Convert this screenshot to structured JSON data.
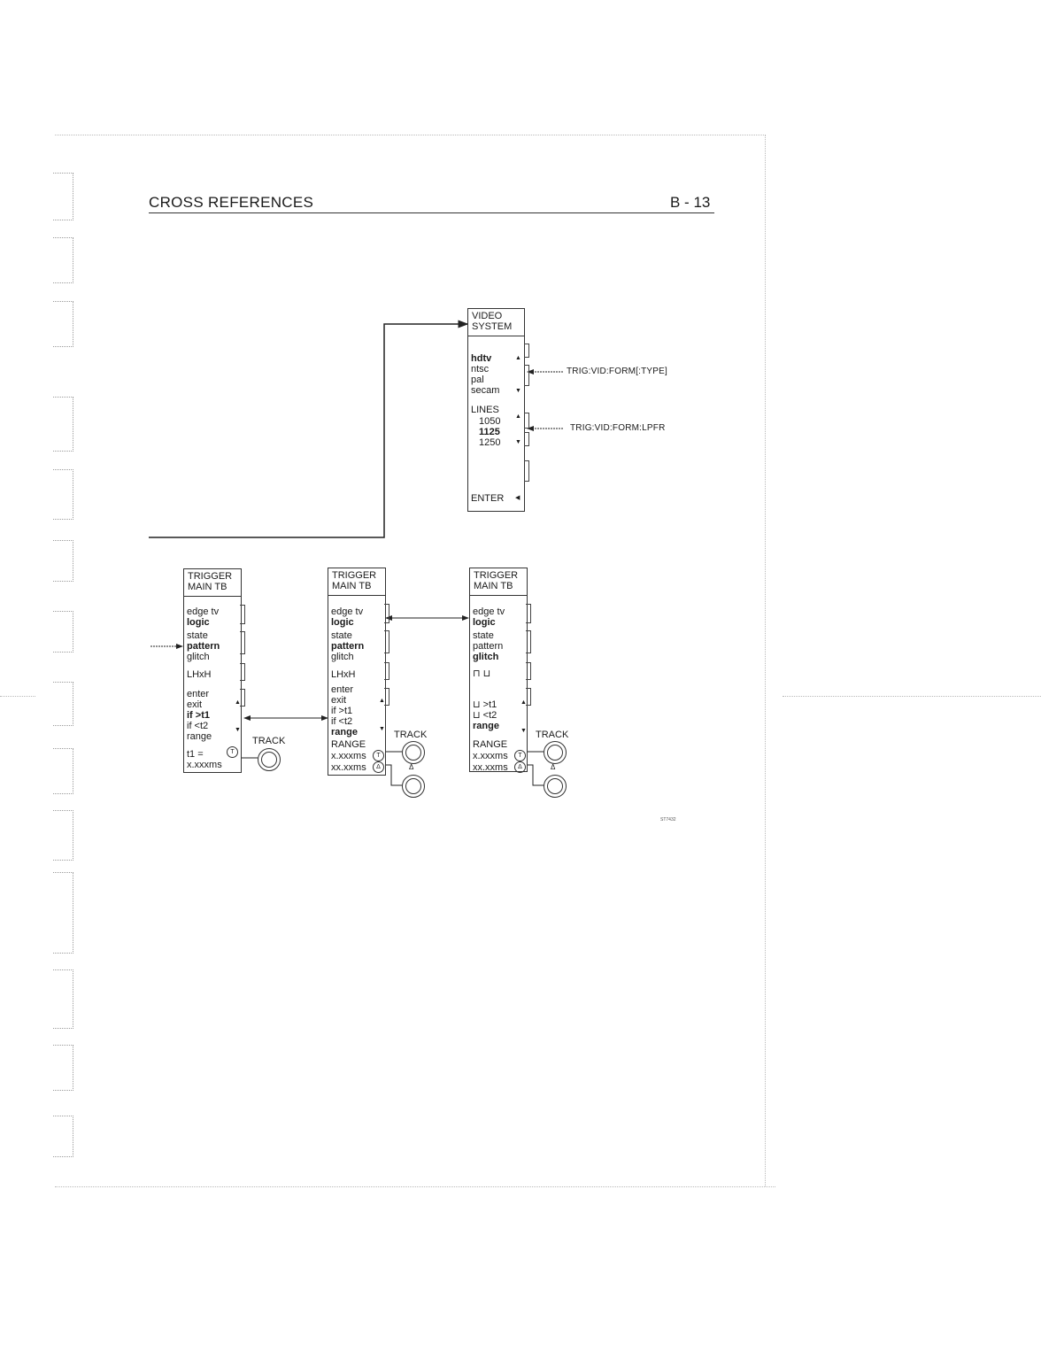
{
  "header": {
    "title": "CROSS REFERENCES",
    "page_number": "B - 13"
  },
  "video_system_menu": {
    "title_lines": [
      "VIDEO",
      "SYSTEM"
    ],
    "items": [
      {
        "text": "hdtv",
        "bold": true
      },
      {
        "text": "ntsc",
        "bold": false
      },
      {
        "text": "pal",
        "bold": false
      },
      {
        "text": "secam",
        "bold": false
      },
      {
        "text": "LINES",
        "bold": false
      },
      {
        "text": "1050",
        "bold": false
      },
      {
        "text": "1125",
        "bold": true
      },
      {
        "text": "1250",
        "bold": false
      },
      {
        "text": "ENTER",
        "bold": false
      }
    ]
  },
  "trigger_menus": [
    {
      "title_lines": [
        "TRIGGER",
        "MAIN TB"
      ],
      "items": [
        {
          "text": "edge tv",
          "bold": false
        },
        {
          "text": "logic",
          "bold": true
        },
        {
          "text": "state",
          "bold": false
        },
        {
          "text": "pattern",
          "bold": true
        },
        {
          "text": "glitch",
          "bold": false
        },
        {
          "text": "LHxH",
          "bold": false
        },
        {
          "text": "enter",
          "bold": false
        },
        {
          "text": "exit",
          "bold": false
        },
        {
          "text": "if >t1",
          "bold": true
        },
        {
          "text": "if <t2",
          "bold": false
        },
        {
          "text": "range",
          "bold": false
        },
        {
          "text": "t1 =",
          "bold": false
        },
        {
          "text": "x.xxxms",
          "bold": false
        }
      ],
      "knob_label": "TRACK"
    },
    {
      "title_lines": [
        "TRIGGER",
        "MAIN TB"
      ],
      "items": [
        {
          "text": "edge tv",
          "bold": false
        },
        {
          "text": "logic",
          "bold": true
        },
        {
          "text": "state",
          "bold": false
        },
        {
          "text": "pattern",
          "bold": true
        },
        {
          "text": "glitch",
          "bold": false
        },
        {
          "text": "LHxH",
          "bold": false
        },
        {
          "text": "enter",
          "bold": false
        },
        {
          "text": "exit",
          "bold": false
        },
        {
          "text": "if >t1",
          "bold": false
        },
        {
          "text": "if <t2",
          "bold": false
        },
        {
          "text": "range",
          "bold": true
        },
        {
          "text": "RANGE",
          "bold": false
        },
        {
          "text": "x.xxxms",
          "bold": false
        },
        {
          "text": "xx.xxms",
          "bold": false
        }
      ],
      "knob_label": "TRACK"
    },
    {
      "title_lines": [
        "TRIGGER",
        "MAIN TB"
      ],
      "items": [
        {
          "text": "edge tv",
          "bold": false
        },
        {
          "text": "logic",
          "bold": true
        },
        {
          "text": "state",
          "bold": false
        },
        {
          "text": "pattern",
          "bold": false
        },
        {
          "text": "glitch",
          "bold": true
        },
        {
          "text": "⊓ ⊔",
          "bold": false
        },
        {
          "text": "⊔ >t1",
          "bold": false
        },
        {
          "text": "⊔ <t2",
          "bold": false
        },
        {
          "text": "range",
          "bold": true
        },
        {
          "text": "RANGE",
          "bold": false
        },
        {
          "text": "x.xxxms",
          "bold": false
        },
        {
          "text": "xx.xxms",
          "bold": false
        }
      ],
      "knob_label": "TRACK"
    }
  ],
  "symbols": {
    "t_symbol": "T",
    "delta_symbol": "Δ"
  },
  "commands": [
    {
      "text": "TRIG:VID:FORM[:TYPE]"
    },
    {
      "text": "TRIG:VID:FORM:LPFR"
    }
  ],
  "figure_code": "ST7432"
}
